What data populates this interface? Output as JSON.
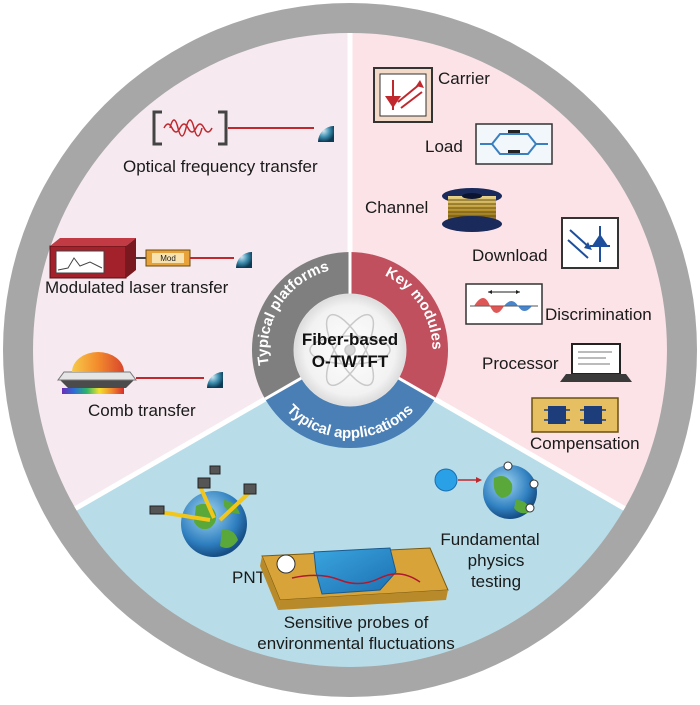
{
  "center": {
    "line1": "Fiber-based",
    "line2": "O-TWTFT"
  },
  "ring": {
    "platforms": "Typical platforms",
    "modules": "Key modules",
    "applications": "Typical applications"
  },
  "platforms": {
    "optical": "Optical frequency transfer",
    "modulated": "Modulated laser transfer",
    "modulator_tag": "Mod",
    "comb": "Comb transfer"
  },
  "modules": {
    "carrier": "Carrier",
    "load": "Load",
    "channel": "Channel",
    "download": "Download",
    "discrimination": "Discrimination",
    "processor": "Processor",
    "compensation": "Compensation"
  },
  "applications": {
    "pnt": "PNT",
    "fundamental_1": "Fundamental",
    "fundamental_2": "physics",
    "fundamental_3": "testing",
    "probes_1": "Sensitive probes of",
    "probes_2": "environmental fluctuations"
  },
  "colors": {
    "outer_ring": "#a7a7a7",
    "platforms_bg": "#f6eaf0",
    "modules_bg": "#fbe3e8",
    "applications_bg": "#b8dde8",
    "platforms_ring": "#7f7f7f",
    "modules_ring": "#c0505e",
    "applications_ring": "#4a7fb5",
    "laser_line": "#c0282e"
  }
}
